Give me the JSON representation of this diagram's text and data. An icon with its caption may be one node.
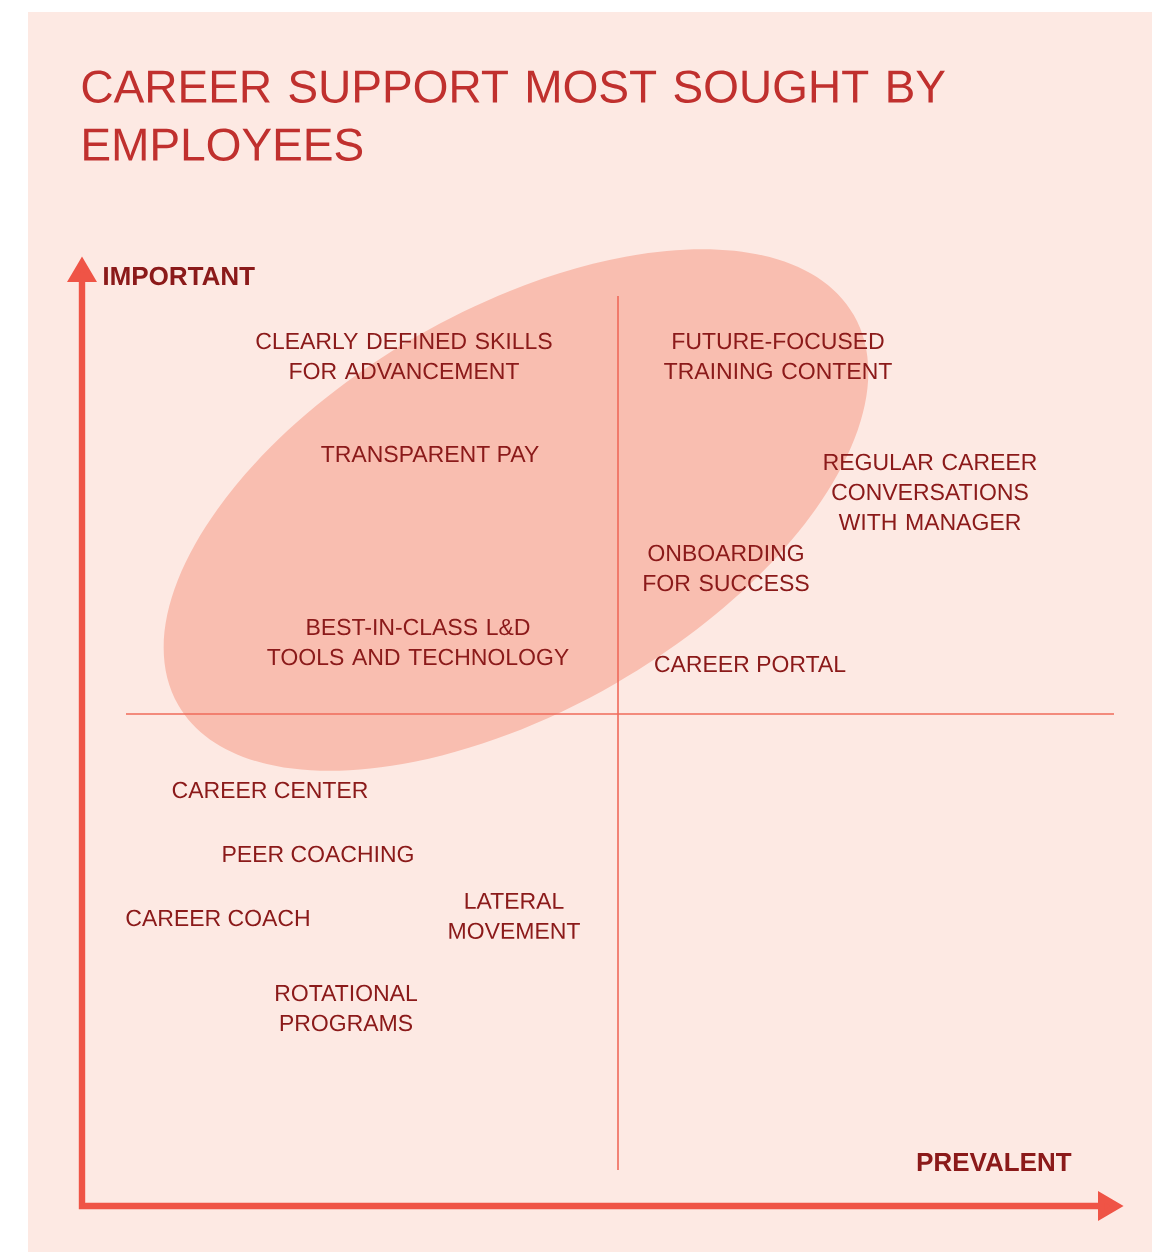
{
  "diagram": {
    "title": "CAREER SUPPORT MOST SOUGHT BY EMPLOYEES",
    "labels": [
      "IMPORTANT",
      "CLEARLY DEFINED SKILLS FOR ADVANCEMENT",
      "FUTURE-FOCUSED TRAINING CONTENT",
      "TRANSPARENT PAY",
      "REGULAR CAREER CONVERSATIONS WITH MANAGER",
      "ONBOARDING FOR SUCCESS",
      "BEST-IN-CLASS L&D TOOLS AND TECHNOLOGY",
      "CAREER PORTAL",
      "CAREER CENTER",
      "PEER COACHING",
      "CAREER COACH",
      "LATERAL MOVEMENT",
      "ROTATIONAL PROGRAMS",
      "PREVALENT"
    ]
  }
}
